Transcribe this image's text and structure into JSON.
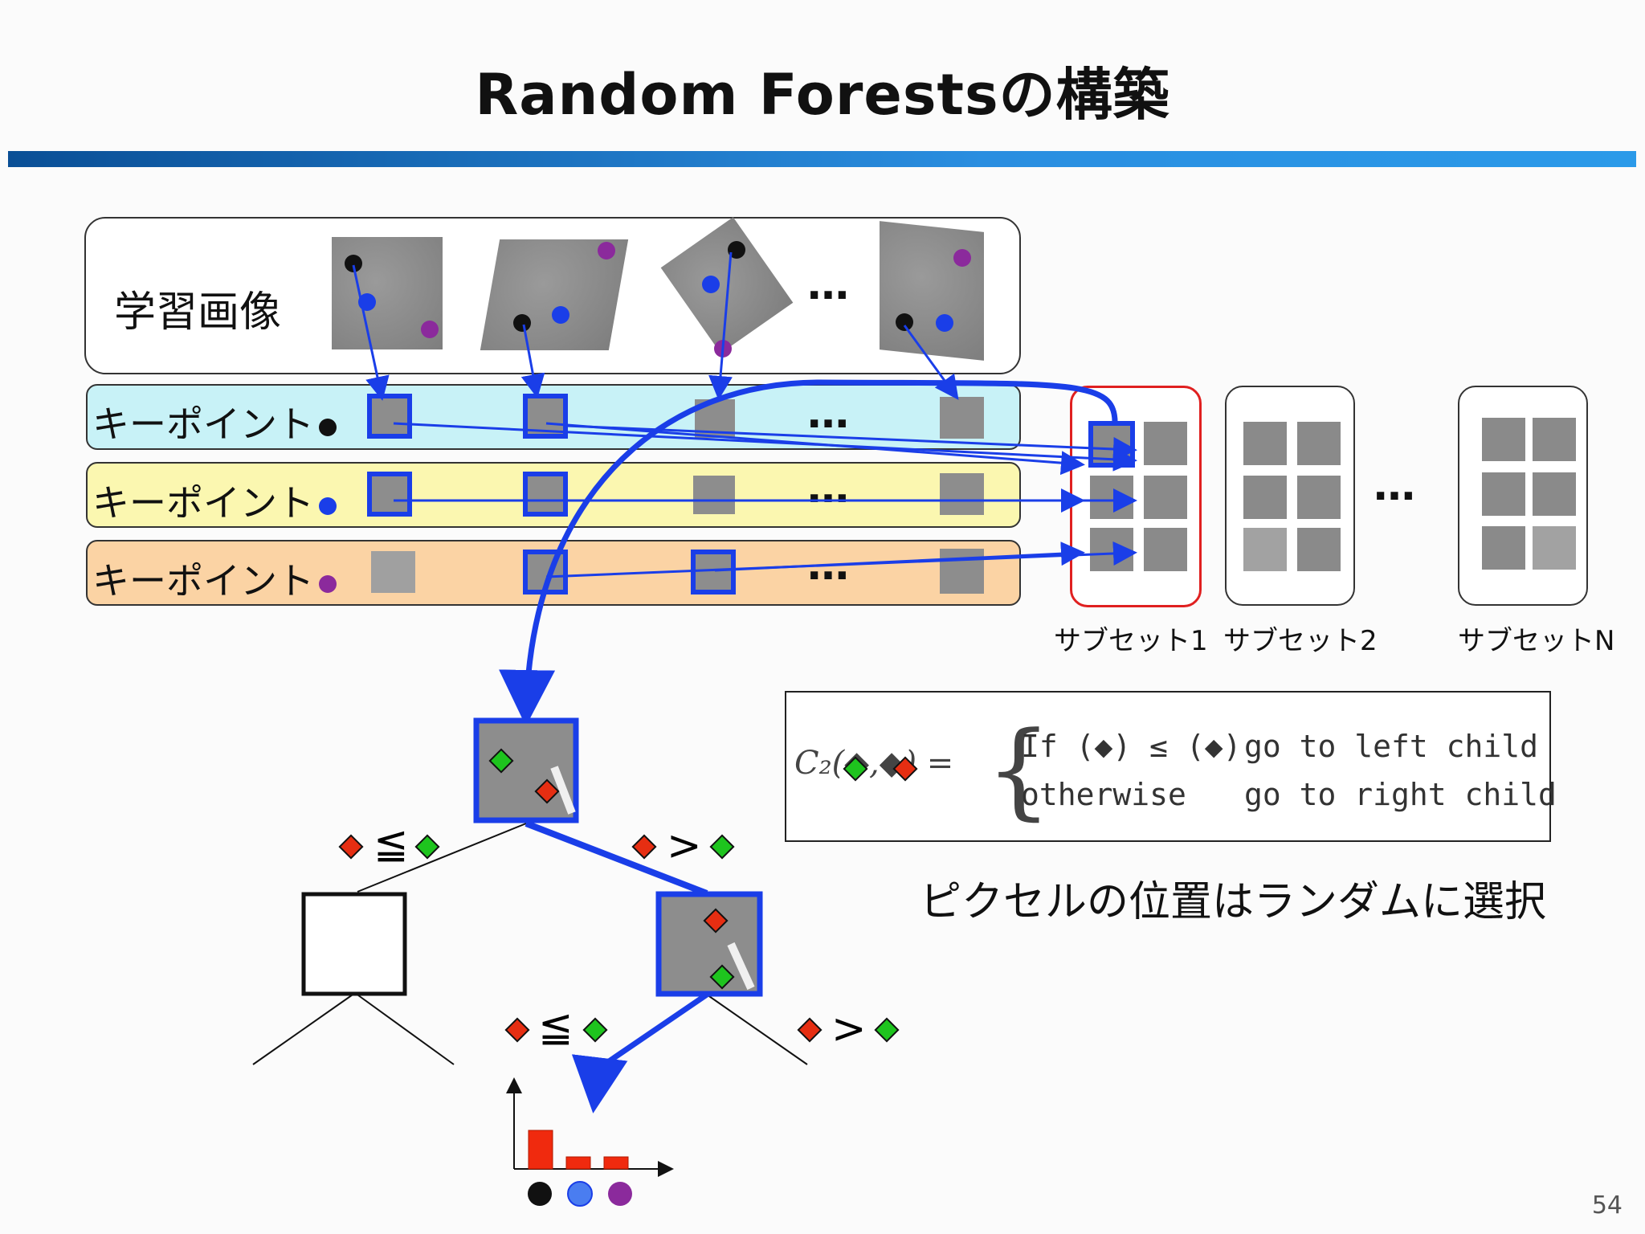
{
  "title": "Random Forestsの構築",
  "training_label": "学習画像",
  "ellipsis": "…",
  "rows": [
    {
      "label": "キーポイント",
      "dot_color": "#111111"
    },
    {
      "label": "キーポイント",
      "dot_color": "#1a3ee8"
    },
    {
      "label": "キーポイント",
      "dot_color": "#8b2a9c"
    }
  ],
  "subsets": [
    "サブセット1",
    "サブセット2",
    "サブセットN"
  ],
  "formula": {
    "lhs": "C₂(◆,◆) =",
    "line1_if": "If (◆) ≤ (◆)",
    "line1_action": "go to left child",
    "line2_cond": "otherwise",
    "line2_action": "go to right child"
  },
  "caption": "ピクセルの位置はランダムに選択",
  "branch_le": "≦",
  "branch_gt": ">",
  "page_number": "54",
  "colors": {
    "accent": "#1a3ee8",
    "red": "#e62e12",
    "green": "#1ec41e",
    "purple": "#8b2a9c",
    "row1": "#c8f2f7",
    "row2": "#fbf7b0",
    "row3": "#fbd3a4"
  }
}
